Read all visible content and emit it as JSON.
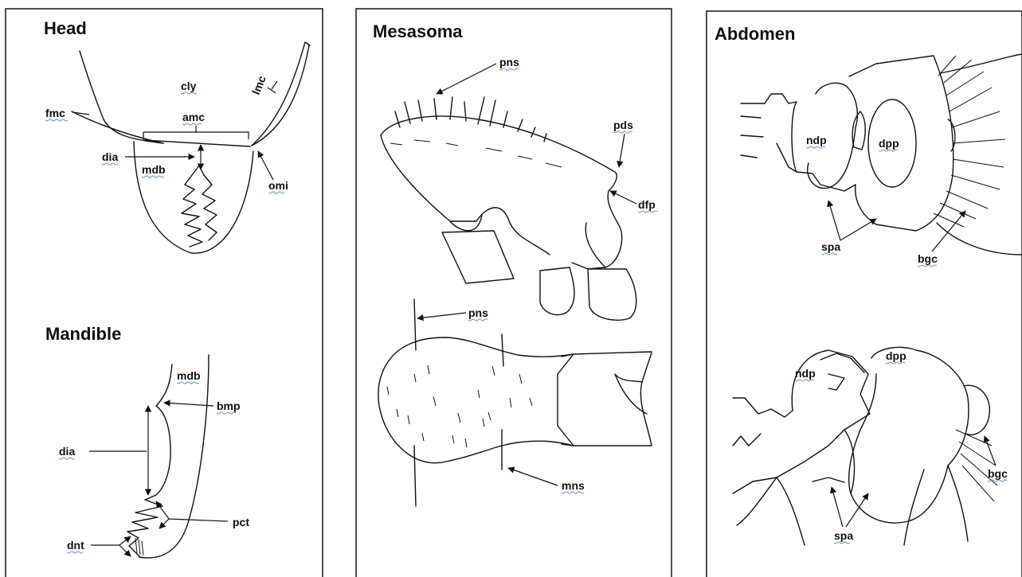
{
  "panels": {
    "head": {
      "title": "Head",
      "labels": {
        "cly": "cly",
        "lmc": "lmc",
        "fmc": "fmc",
        "amc": "amc",
        "dia": "dia",
        "mdb": "mdb",
        "omi": "omi"
      }
    },
    "mandible": {
      "title": "Mandible",
      "labels": {
        "mdb": "mdb",
        "bmp": "bmp",
        "dia": "dia",
        "pct": "pct",
        "dnt": "dnt"
      }
    },
    "mesasoma": {
      "title": "Mesasoma",
      "labels": {
        "pns_top": "pns",
        "pds": "pds",
        "dfp": "dfp",
        "pns_bottom": "pns",
        "mns": "mns"
      }
    },
    "abdomen": {
      "title": "Abdomen",
      "labels": {
        "ndp_top": "ndp",
        "dpp_top": "dpp",
        "spa_top": "spa",
        "bgc_top": "bgc",
        "ndp_bottom": "ndp",
        "dpp_bottom": "dpp",
        "spa_bottom": "spa",
        "bgc_bottom": "bgc"
      }
    }
  }
}
